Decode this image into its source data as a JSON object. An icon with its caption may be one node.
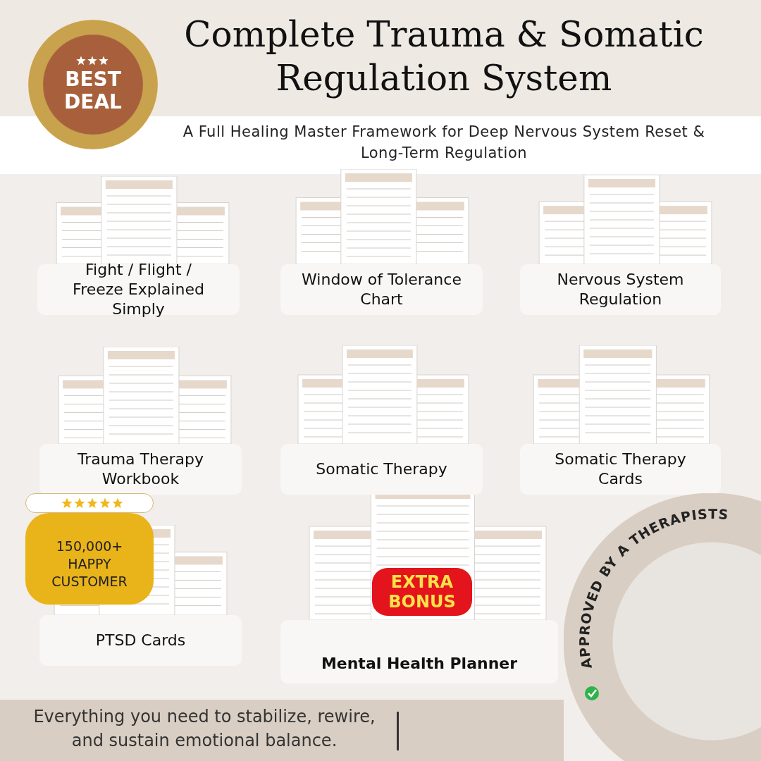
{
  "diagram": {
    "title": "Complete Trauma & Somatic Regulation System",
    "nodes": [
      {
        "text": [
          "BEST DEAL"
        ]
      },
      {
        "text": [
          "Fight / Flight / Freeze Explained Simply"
        ]
      },
      {
        "text": [
          "Window of Tolerance Chart"
        ]
      },
      {
        "text": [
          "Nervous System Regulation"
        ]
      },
      {
        "text": [
          "Trauma Therapy Workbook"
        ]
      },
      {
        "text": [
          "Somatic Therapy"
        ]
      },
      {
        "text": [
          "Somatic Therapy Cards"
        ]
      },
      {
        "text": [
          "150,000+ HAPPY CUSTOMER"
        ]
      },
      {
        "text": [
          "PTSD Cards"
        ]
      },
      {
        "text": [
          "EXTRA BONUS"
        ]
      },
      {
        "text": [
          "Mental Health Planner"
        ]
      },
      {
        "text": [
          "APPROVED BY A THERAPISTS"
        ]
      }
    ],
    "edges": [],
    "labels": [
      "A Full Healing Master Framework for Deep Nervous System Reset & Long-Term Regulation",
      "Everything you need to stabilize, rewire, and sustain emotional balance."
    ]
  }
}
